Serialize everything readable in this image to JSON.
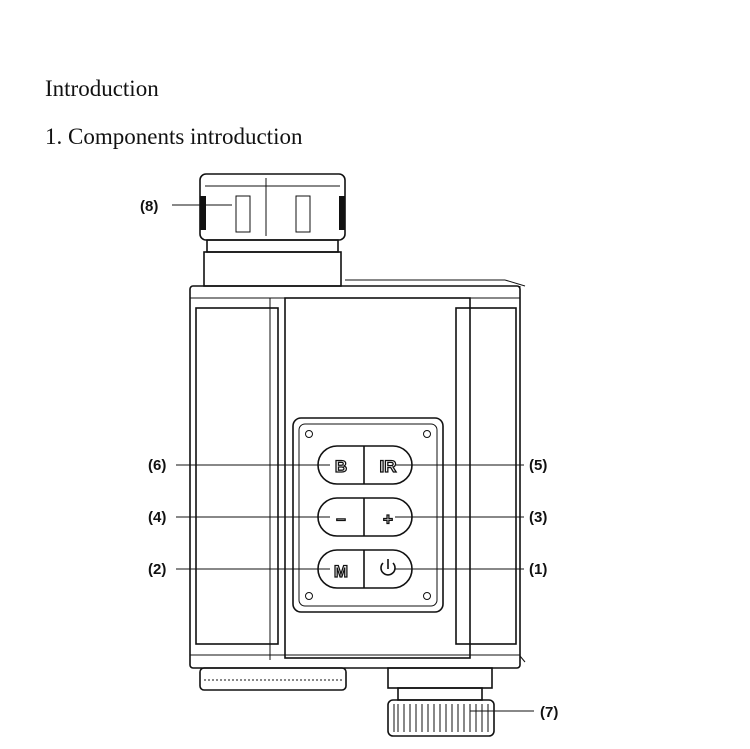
{
  "heading": "Introduction",
  "subheading": "1. Components introduction",
  "callouts": {
    "c1": "(1)",
    "c2": "(2)",
    "c3": "(3)",
    "c4": "(4)",
    "c5": "(5)",
    "c6": "(6)",
    "c7": "(7)",
    "c8": "(8)"
  },
  "buttons": {
    "b": "B",
    "ir": "IR",
    "minus": "–",
    "plus": "+",
    "m": "M",
    "power_icon": "power-icon"
  }
}
